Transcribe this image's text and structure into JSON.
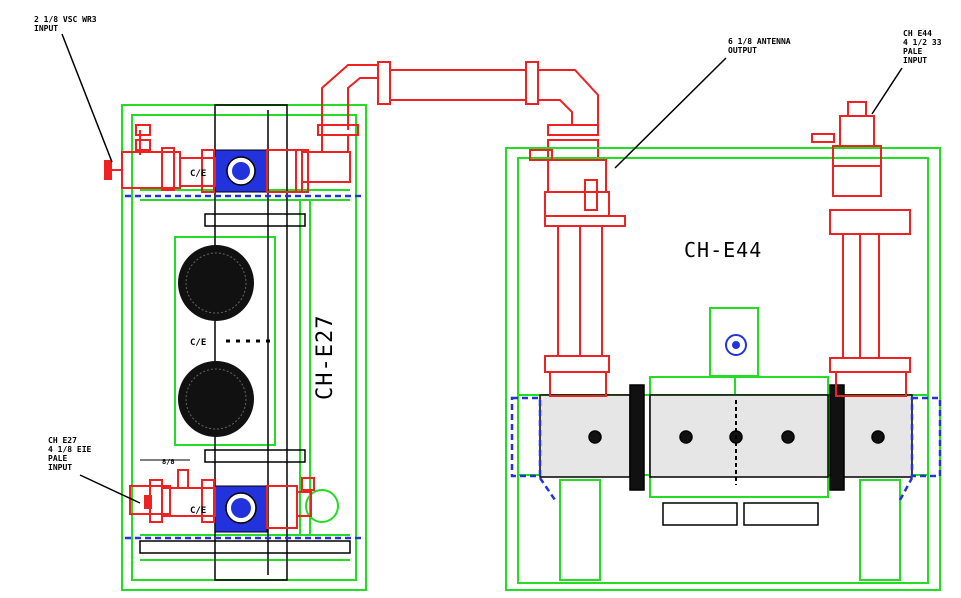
{
  "units": {
    "left": {
      "name": "CH-E27"
    },
    "right": {
      "name": "CH-E44"
    }
  },
  "callouts": {
    "top_left": [
      "2 1/8 VSC WR3",
      "INPUT"
    ],
    "antenna": [
      "6 1/8 ANTENNA",
      "OUTPUT"
    ],
    "top_right": [
      "CH E44",
      "4 1/2 33",
      "PALE",
      "INPUT"
    ],
    "bottom_left": [
      "CH E27",
      "4 1/8 EIE",
      "PALE",
      "INPUT"
    ]
  },
  "small_tags": {
    "c_upper": "C/E",
    "c_mid": "C/E",
    "c_lower": "C/E",
    "dim_mark": "8/8"
  },
  "colors": {
    "frame": "#22dd22",
    "waveguide": "#ee2222",
    "combiner": "#2233dd",
    "outline": "#000000"
  }
}
